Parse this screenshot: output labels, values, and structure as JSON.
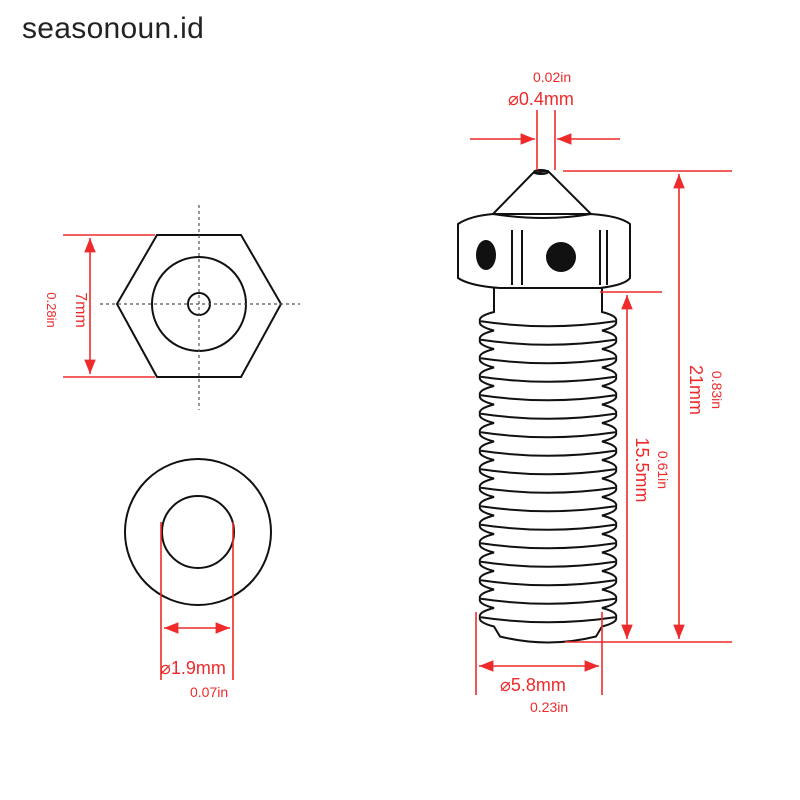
{
  "watermark": "seasonoun.id",
  "dimensions": {
    "orifice_in": "0.02in",
    "orifice_mm": "⌀0.4mm",
    "hex_mm": "7mm",
    "hex_in": "0.28in",
    "bore_mm": "⌀1.9mm",
    "bore_in": "0.07in",
    "length_mm": "21mm",
    "length_in": "0.83in",
    "thread_len_mm": "15.5mm",
    "thread_len_in": "0.61in",
    "thread_dia_mm": "⌀5.8mm",
    "thread_dia_in": "0.23in"
  },
  "colors": {
    "dimension": "#ee2a2a",
    "outline": "#111111"
  }
}
